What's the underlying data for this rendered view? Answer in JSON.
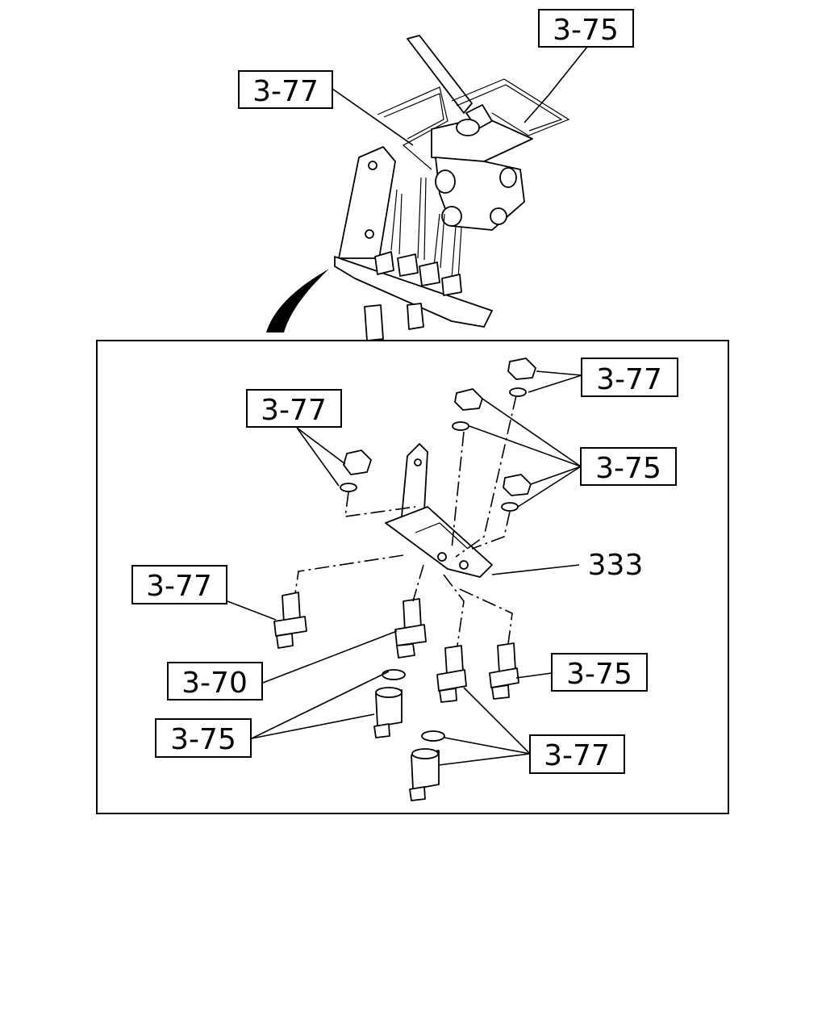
{
  "callouts": {
    "top_3_75": "3-75",
    "top_3_77": "3-77",
    "detail_3_77_top_right": "3-77",
    "detail_3_77_left_upper": "3-77",
    "detail_3_75_right_upper": "3-75",
    "detail_333": "333",
    "detail_3_77_left_lower": "3-77",
    "detail_3_70": "3-70",
    "detail_3_75_right_lower": "3-75",
    "detail_3_75_left_bottom": "3-75",
    "detail_3_77_bottom": "3-77"
  }
}
